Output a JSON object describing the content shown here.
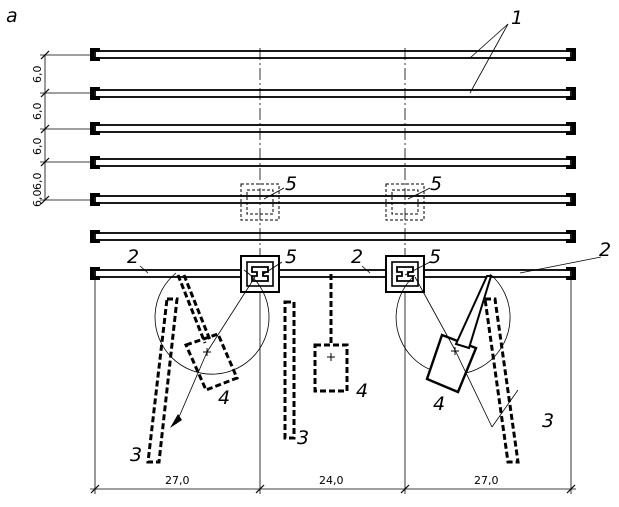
{
  "figure_label": "а",
  "beam_spacings": [
    "6,0",
    "6,0",
    "6,0",
    "6,0",
    "6,0"
  ],
  "bay_widths": [
    "27,0",
    "24,0",
    "27,0"
  ],
  "callouts": {
    "crane_girder": "1",
    "rail_beam": "2",
    "boom": "3",
    "crane": "4",
    "column_joint": "5"
  }
}
